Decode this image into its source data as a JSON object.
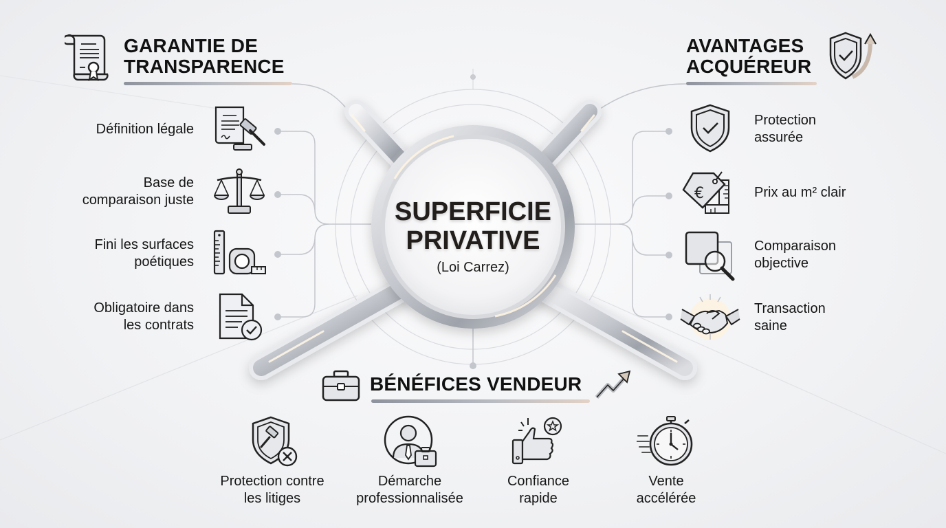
{
  "hub": {
    "title_line1": "SUPERFICIE",
    "title_line2": "PRIVATIVE",
    "subtitle": "(Loi Carrez)"
  },
  "left_section": {
    "title_line1": "GARANTIE DE",
    "title_line2": "TRANSPARENCE",
    "header_icon": "certificate-scroll-icon",
    "items": [
      {
        "line1": "Définition légale",
        "line2": "",
        "icon": "legal-document-gavel-icon"
      },
      {
        "line1": "Base de",
        "line2": "comparaison juste",
        "icon": "scales-of-justice-icon"
      },
      {
        "line1": "Fini les surfaces",
        "line2": "poétiques",
        "icon": "ruler-tape-measure-icon"
      },
      {
        "line1": "Obligatoire dans",
        "line2": "les contrats",
        "icon": "document-check-icon"
      }
    ]
  },
  "right_section": {
    "title_line1": "AVANTAGES",
    "title_line2": "ACQUÉREUR",
    "header_icon": "shield-check-arrow-icon",
    "items": [
      {
        "line1": "Protection",
        "line2": "assurée",
        "icon": "shield-check-icon"
      },
      {
        "line1": "Prix au m² clair",
        "line2": "",
        "icon": "euro-price-tag-icon"
      },
      {
        "line1": "Comparaison",
        "line2": "objective",
        "icon": "compare-magnifier-icon"
      },
      {
        "line1": "Transaction",
        "line2": "saine",
        "icon": "handshake-icon"
      }
    ]
  },
  "bottom_section": {
    "title": "BÉNÉFICES VENDEUR",
    "header_icon": "briefcase-icon",
    "trend_icon": "trend-up-arrow-icon",
    "items": [
      {
        "line1": "Protection contre",
        "line2": "les litiges",
        "icon": "shield-gavel-x-icon"
      },
      {
        "line1": "Démarche",
        "line2": "professionnalisée",
        "icon": "professional-briefcase-icon"
      },
      {
        "line1": "Confiance",
        "line2": "rapide",
        "icon": "thumbs-up-star-icon"
      },
      {
        "line1": "Vente",
        "line2": "accélérée",
        "icon": "stopwatch-speed-icon"
      }
    ]
  },
  "colors": {
    "background": "#f1f2f4",
    "text": "#141414",
    "connector": "#b9bcc3",
    "metal": "#a9adb5",
    "accent_warm": "#e3d2c6"
  }
}
